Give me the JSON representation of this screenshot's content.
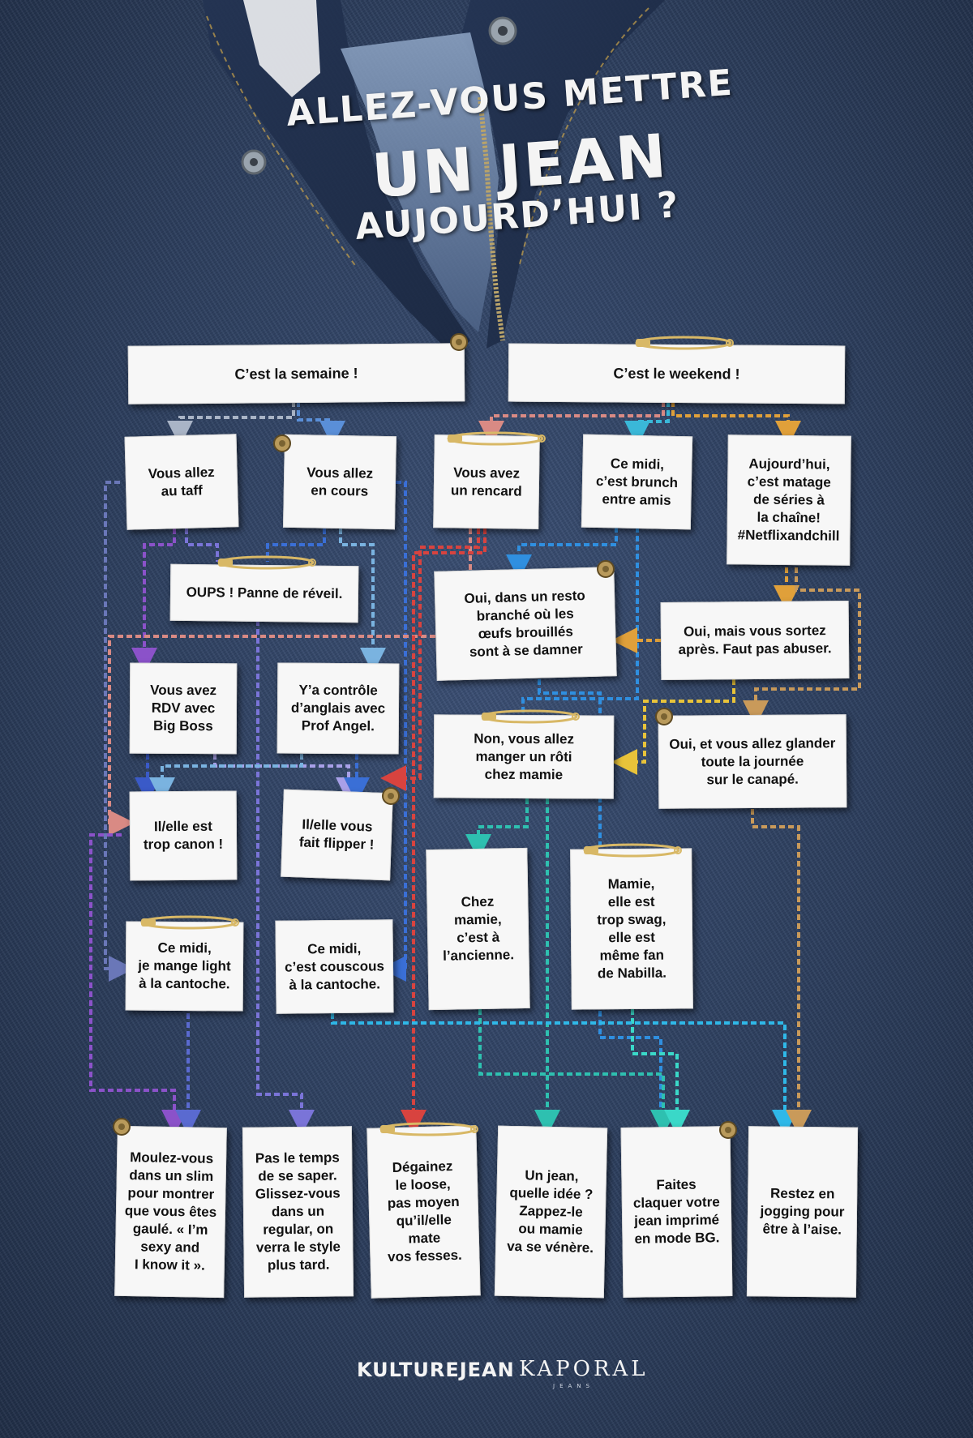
{
  "title": {
    "line1": "Allez-vous mettre",
    "line2": "un jean",
    "line3": "aujourd’hui ?"
  },
  "colors": {
    "background": "#2b3d5c",
    "note": "#f7f7f7",
    "text": "#111111",
    "title": "#f4f4f4",
    "connectors": {
      "salmon": "#d98a84",
      "lightblue": "#7ab3e0",
      "blue": "#3a6fd6",
      "violet": "#8a6fd1",
      "lavender": "#a8a0e8",
      "purple": "#8b52c9",
      "red": "#d8433f",
      "sky": "#2f8fe0",
      "orange": "#e0a03a",
      "gold": "#e8c33a",
      "tan": "#c99a5a",
      "teal": "#2ec0b0",
      "cyan": "#3ab8d8"
    }
  },
  "nodes": {
    "semaine": "C’est la semaine !",
    "weekend": "C’est le weekend !",
    "taff": "Vous allez\nau taff",
    "cours": "Vous allez\nen cours",
    "rencard": "Vous avez\nun rencard",
    "brunch": "Ce midi,\nc’est brunch\nentre amis",
    "series": "Aujourd’hui,\nc’est matage\nde séries à\nla chaîne!\n#Netflixandchill",
    "panne": "OUPS ! Panne de réveil.",
    "resto": "Oui, dans un resto\nbranché où les\nœufs brouillés\nsont à se damner",
    "sortez": "Oui, mais vous sortez\naprès. Faut pas abuser.",
    "rdv": "Vous avez\nRDV avec\nBig Boss",
    "controle": "Y’a contrôle\nd’anglais avec\nProf Angel.",
    "roti": "Non, vous allez\nmanger un rôti\nchez mamie",
    "glander": "Oui, et vous allez glander\ntoute la journée\nsur le canapé.",
    "canon": "Il/elle est\ntrop canon !",
    "flipper": "Il/elle vous\nfait flipper !",
    "ancienne": "Chez\nmamie,\nc’est à\nl’ancienne.",
    "swag": "Mamie,\nelle est\ntrop swag,\nelle est\nmême fan\nde Nabilla.",
    "light": "Ce midi,\nje mange light\nà la cantoche.",
    "couscous": "Ce midi,\nc’est couscous\nà la cantoche."
  },
  "outcomes": {
    "slim": "Moulez-vous\ndans un slim\npour montrer\nque vous êtes\ngaulé. « I’m\nsexy and\nI know it ».",
    "regular": "Pas le temps\nde se saper.\nGlissez-vous\ndans un\nregular, on\nverra le style\nplus tard.",
    "loose": "Dégainez\nle loose,\npas moyen\nqu’il/elle\nmate\nvos fesses.",
    "zappez": "Un jean,\nquelle idée ?\nZappez-le\nou mamie\nva se vénère.",
    "imprime": "Faites\nclaquer votre\njean imprimé\nen mode BG.",
    "jogging": "Restez en\njogging pour\nêtre à l’aise."
  },
  "footer": {
    "brand1": "KULTUREJEAN",
    "brand2": "KAPORAL",
    "brand2_sub": "JEANS"
  }
}
